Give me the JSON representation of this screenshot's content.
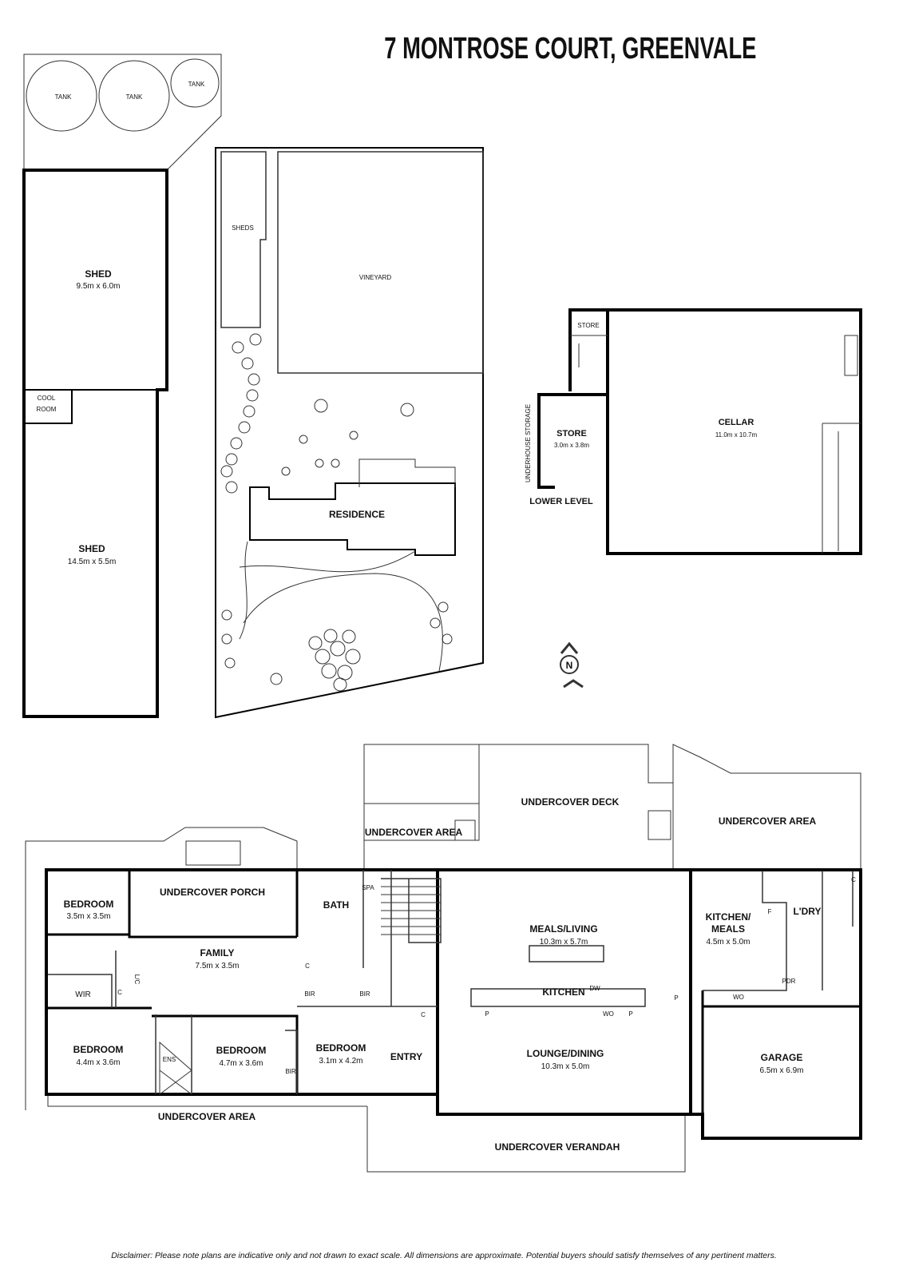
{
  "title": "7 MONTROSE COURT, GREENVALE",
  "sheds_plan": {
    "tanks": [
      "TANK",
      "TANK",
      "TANK"
    ],
    "shed1": {
      "name": "SHED",
      "size": "9.5m x 6.0m"
    },
    "cool_room": [
      "COOL",
      "ROOM"
    ],
    "shed2": {
      "name": "SHED",
      "size": "14.5m x 5.5m"
    }
  },
  "site_plan": {
    "sheds": "SHEDS",
    "vineyard": "VINEYARD",
    "residence": "RESIDENCE"
  },
  "lower_level": {
    "store_top": "STORE",
    "store": {
      "name": "STORE",
      "size": "3.0m x 3.8m"
    },
    "cellar": {
      "name": "CELLAR",
      "size": "11.0m x 10.7m"
    },
    "underhouse": "UNDERHOUSE STORAGE",
    "level": "LOWER LEVEL"
  },
  "compass": "N",
  "main_floor": {
    "undercover_deck": "UNDERCOVER DECK",
    "undercover_area_top": "UNDERCOVER AREA",
    "undercover_area_right": "UNDERCOVER AREA",
    "undercover_porch": "UNDERCOVER PORCH",
    "bedroom1": {
      "name": "BEDROOM",
      "size": "3.5m x 3.5m"
    },
    "family": {
      "name": "FAMILY",
      "size": "7.5m x 3.5m"
    },
    "bath": "BATH",
    "spa": "SPA",
    "wir": "WIR",
    "lc": "L/C",
    "c": "C",
    "bedroom2": {
      "name": "BEDROOM",
      "size": "4.4m x 3.6m"
    },
    "ens": "ENS",
    "bedroom3": {
      "name": "BEDROOM",
      "size": "4.7m x 3.6m"
    },
    "bir": "BIR",
    "bedroom4": {
      "name": "BEDROOM",
      "size": "3.1m x 4.2m"
    },
    "entry": "ENTRY",
    "meals_living": {
      "name": "MEALS/LIVING",
      "size": "10.3m x 5.7m"
    },
    "kitchen": "KITCHEN",
    "dw": "DW",
    "p": "P",
    "wo": "WO",
    "lounge_dining": {
      "name": "LOUNGE/DINING",
      "size": "10.3m x 5.0m"
    },
    "kitchen_meals": {
      "name1": "KITCHEN/",
      "name2": "MEALS",
      "size": "4.5m x 5.0m"
    },
    "f": "F",
    "ldry": "L'DRY",
    "pdr": "PDR",
    "garage": {
      "name": "GARAGE",
      "size": "6.5m x 6.9m"
    },
    "undercover_area_bottom": "UNDERCOVER AREA",
    "undercover_verandah": "UNDERCOVER VERANDAH"
  },
  "disclaimer": "Disclaimer: Please note plans are indicative only and not drawn to exact scale. All dimensions are approximate. Potential buyers should satisfy themselves of any pertinent matters."
}
